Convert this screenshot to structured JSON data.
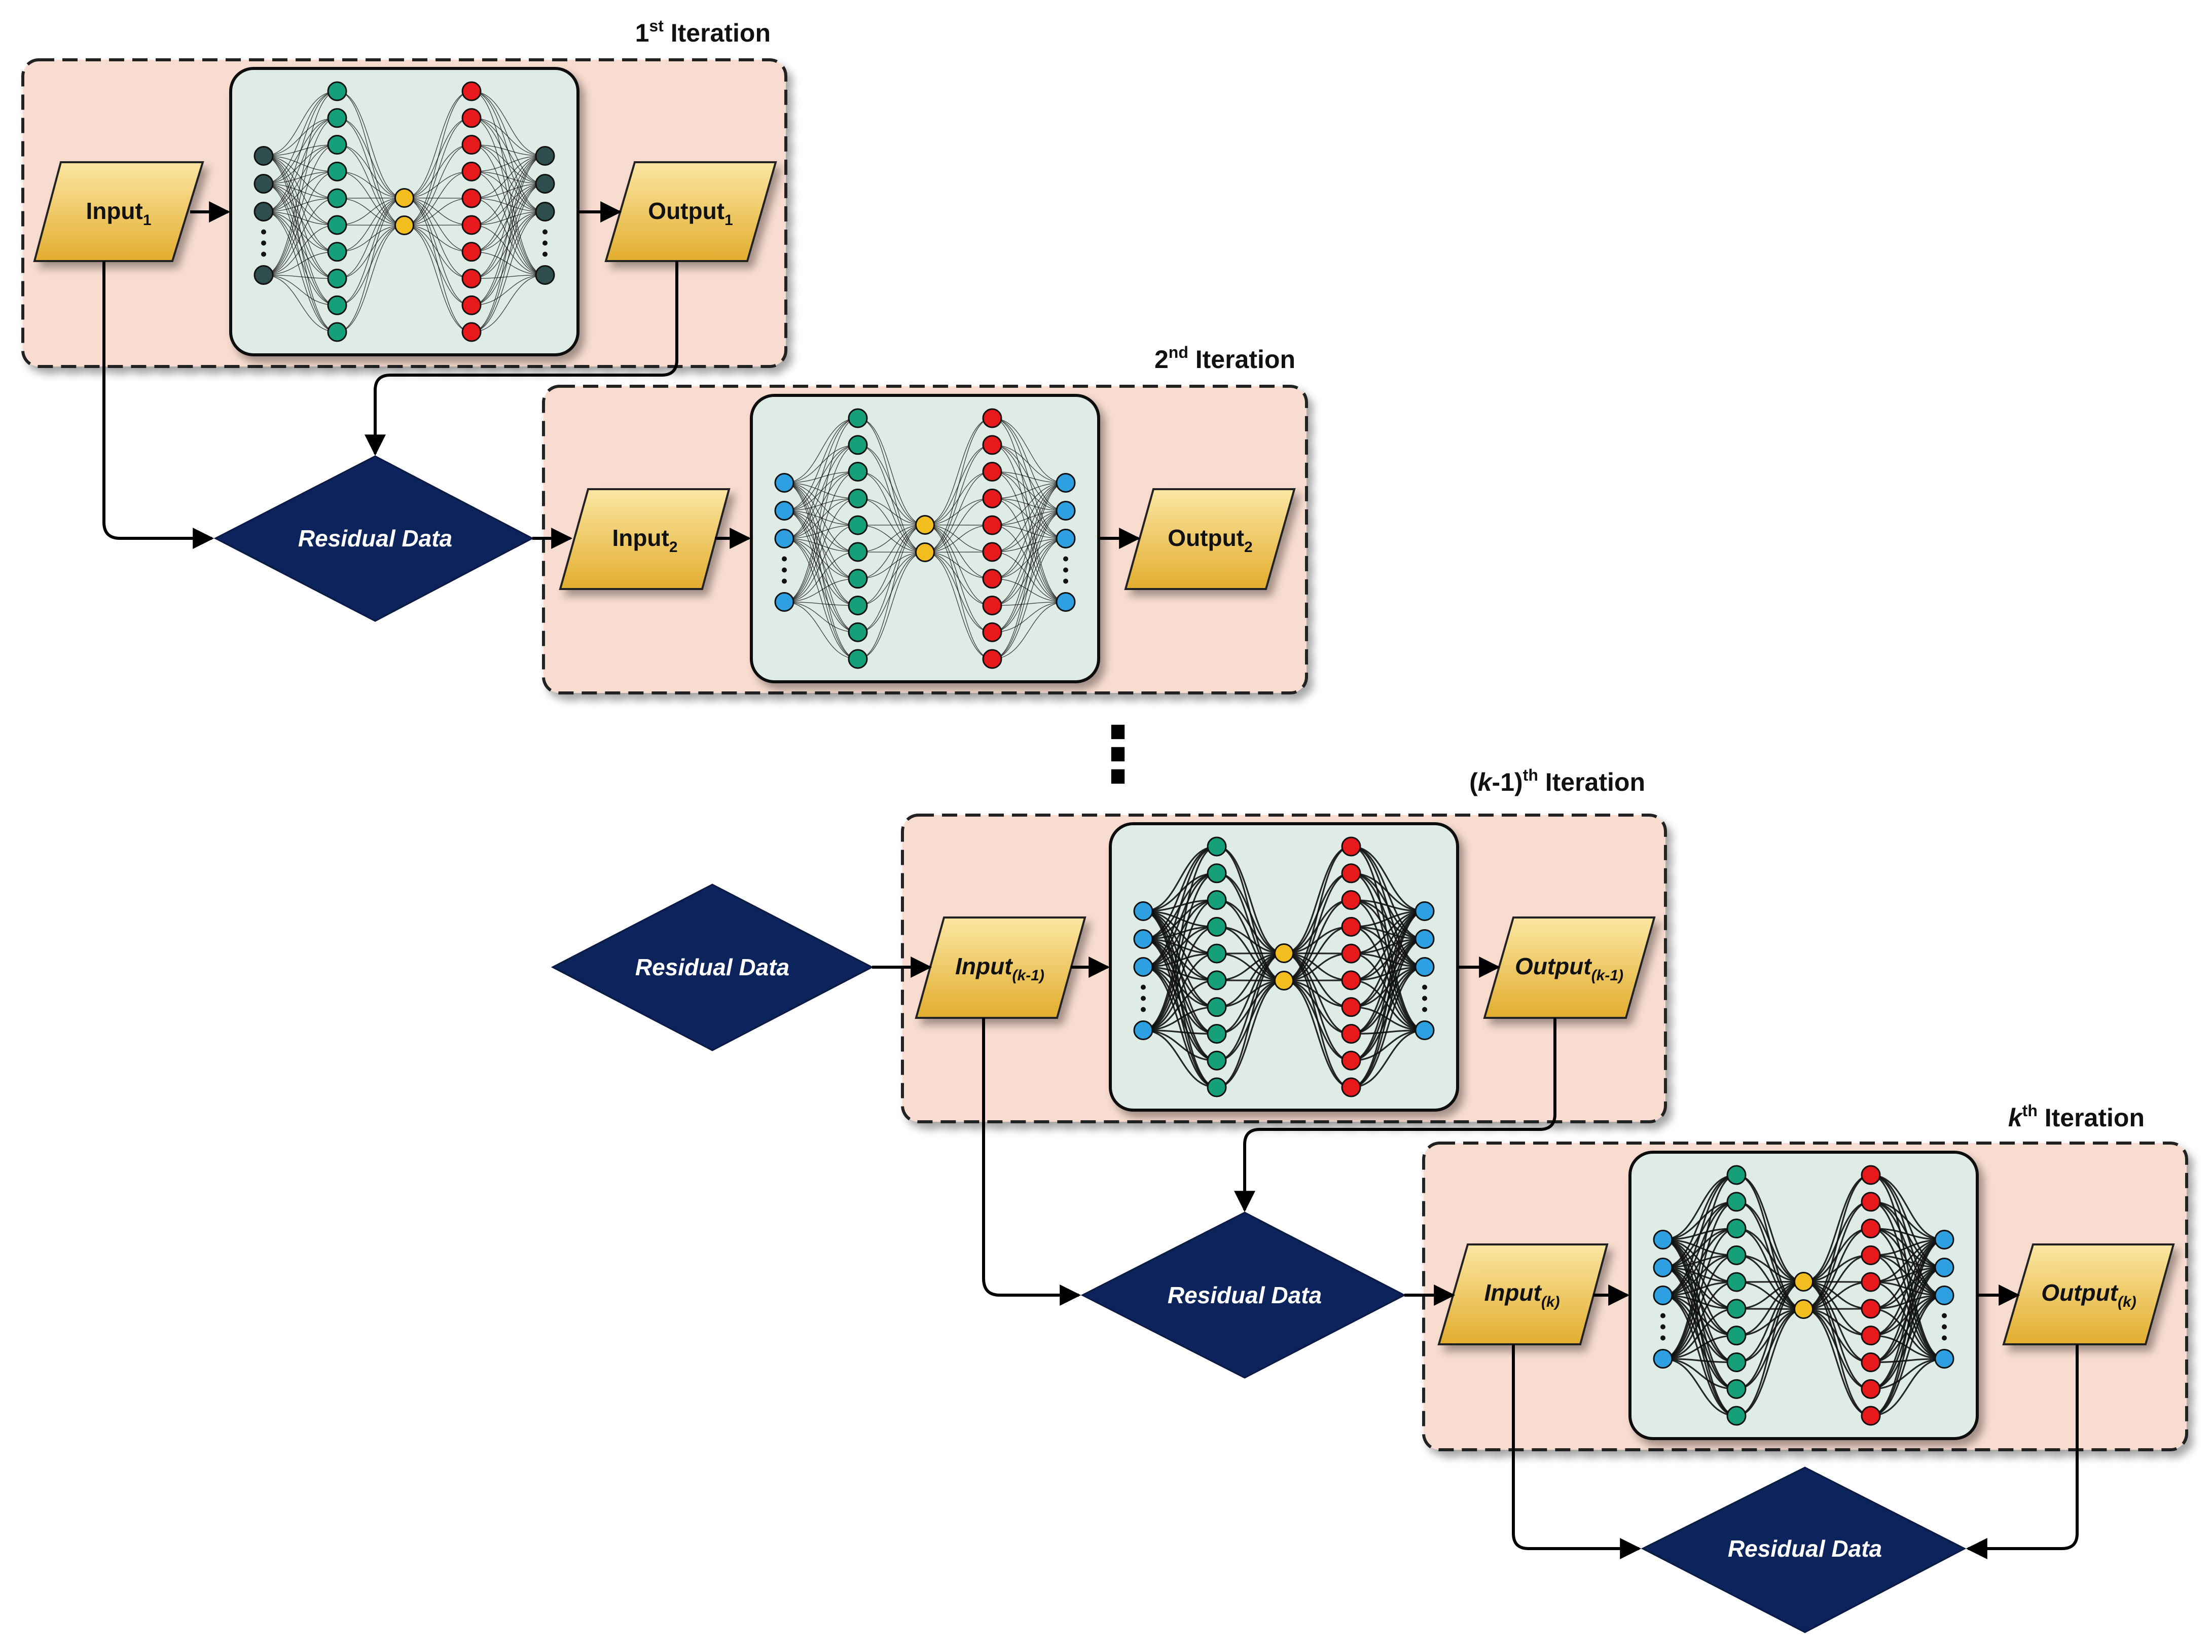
{
  "colors": {
    "iteration_panel": "#f8dccf",
    "network_panel": "#dfece6",
    "io_box_top": "#fbe6a2",
    "io_box_bottom": "#e2ad2e",
    "residual_diamond": "#0c235c",
    "node_dark": "#2f4f4f",
    "node_green": "#16a07a",
    "node_yellow": "#f2bd1e",
    "node_red": "#e8191c",
    "node_blue": "#2e9fe0"
  },
  "icons": [
    "neural-network-icon"
  ],
  "iterations": [
    {
      "title": {
        "pre": "1",
        "sup": "st",
        "post": " Iteration",
        "italic": false
      },
      "input": {
        "label": "Input",
        "sub": "1",
        "italic": false
      },
      "output": {
        "label": "Output",
        "sub": "1",
        "italic": false
      }
    },
    {
      "title": {
        "pre": "2",
        "sup": "nd",
        "post": " Iteration",
        "italic": false
      },
      "input": {
        "label": "Input",
        "sub": "2",
        "italic": false
      },
      "output": {
        "label": "Output",
        "sub": "2",
        "italic": false
      }
    },
    {
      "title": {
        "pre": "(",
        "var": "k",
        "pre2": "-1)",
        "sup": "th",
        "post": " Iteration",
        "italic": true
      },
      "input": {
        "label": "Input",
        "sub": "(k-1)",
        "italic": true
      },
      "output": {
        "label": "Output",
        "sub": "(k-1)",
        "italic": true
      }
    },
    {
      "title": {
        "var": "k",
        "sup": "th",
        "post": " Iteration",
        "italic": true
      },
      "input": {
        "label": "Input",
        "sub": "(k)",
        "italic": true
      },
      "output": {
        "label": "Output",
        "sub": "(k)",
        "italic": true
      }
    }
  ],
  "residuals": [
    {
      "label": "Residual Data"
    },
    {
      "label": "Residual Data"
    },
    {
      "label": "Residual Data"
    },
    {
      "label": "Residual Data"
    }
  ],
  "continuation": "⋮"
}
